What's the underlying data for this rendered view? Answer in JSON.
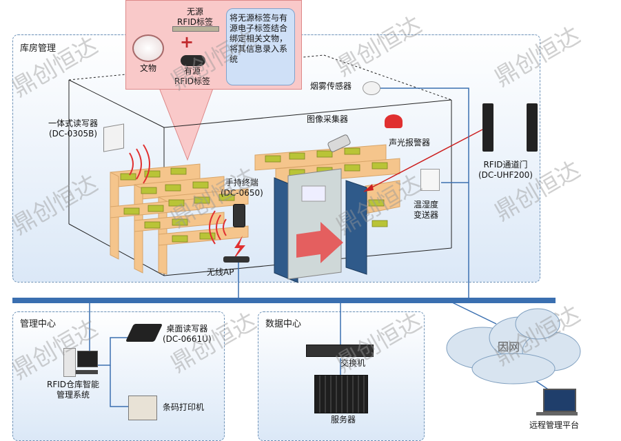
{
  "zones": {
    "warehouse": "库房管理",
    "management": "管理中心",
    "datacenter": "数据中心"
  },
  "callout": {
    "passive_tag": "无源\nRFID标签",
    "relic": "文物",
    "active_tag": "有源\nRFID标签",
    "plus": "+",
    "note": "将无源标签与有源电子标签结合绑定相关文物，将其信息录入系统"
  },
  "devices": {
    "smoke_sensor": "烟雾传感器",
    "camera": "图像采集器",
    "alarm": "声光报警器",
    "rfid_gate": "RFID通道门\n(DC-UHF200)",
    "integrated_reader": "一体式读写器\n(DC-0305B)",
    "handheld": "手持终端\n(DC-0650)",
    "temp_humidity": "温湿度\n变送器",
    "wireless_ap": "无线AP",
    "desktop_reader": "桌面读写器\n(DC-0661U)",
    "rfid_system": "RFID仓库智能\n管理系统",
    "barcode_printer": "条码打印机",
    "switch": "交换机",
    "server": "服务器",
    "internet": "因网",
    "remote_platform": "远程管理平台"
  },
  "watermark": "鼎创恒达",
  "colors": {
    "zone_border": "#6a8fb5",
    "bus": "#3a6fb0",
    "shelf": "#f5c58c",
    "box": "#b9c437",
    "door": "#2f5a8a",
    "callout_bg": "#f9c9c9",
    "alarm_red": "#e03030"
  }
}
